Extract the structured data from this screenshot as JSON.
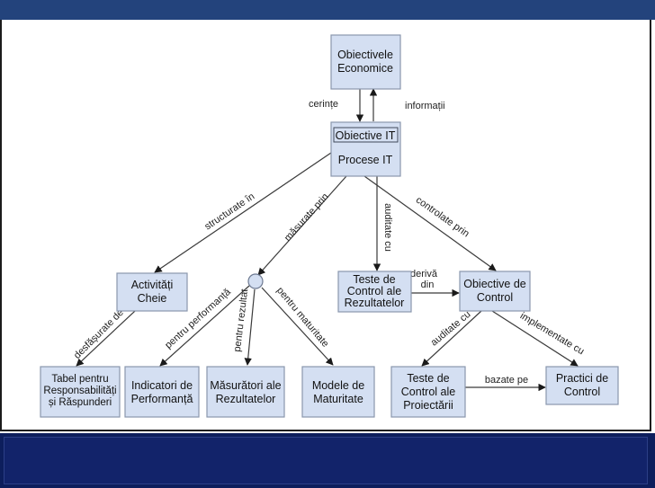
{
  "nodes": {
    "obiective_economice": [
      "Obiectivele",
      "Economice"
    ],
    "obiective_it": "Obiective IT",
    "procese_it": "Procese IT",
    "activitati_cheie": [
      "Activități",
      "Cheie"
    ],
    "teste_rezultate": [
      "Teste de",
      "Control ale",
      "Rezultatelor"
    ],
    "obiective_control": [
      "Obiective de",
      "Control"
    ],
    "tabel_responsabilitati": [
      "Tabel pentru",
      "Responsabilități",
      "și Răspunderi"
    ],
    "indicatori_performanta": [
      "Indicatori de",
      "Performanță"
    ],
    "masuratori_rezultate": [
      "Măsurători ale",
      "Rezultatelor"
    ],
    "modele_maturitate": [
      "Modele de",
      "Maturitate"
    ],
    "teste_proiectarii": [
      "Teste de",
      "Control ale",
      "Proiectării"
    ],
    "practici_control": [
      "Practici de",
      "Control"
    ]
  },
  "edges": {
    "cerinte": "cerințe",
    "informatii": "informații",
    "structurate_in": "structurate în",
    "masurate_prin": "măsurate prin",
    "auditate_cu_top": "auditate cu",
    "controlate_prin": "controlate prin",
    "deriva_din": [
      "derivă",
      "din"
    ],
    "desfasurate_de": "desfășurate de",
    "pentru_performanta": "pentru performanță",
    "pentru_rezultat": "pentru rezultat",
    "pentru_maturitate": "pentru maturitate",
    "auditate_cu_bottom": "auditate cu",
    "implementate_cu": "implementate cu",
    "bazate_pe": "bazate pe"
  },
  "colors": {
    "header": "#23437c",
    "footer": "#0d1e5c",
    "box_fill": "#d4dff2",
    "box_stroke": "#8a97ad"
  }
}
